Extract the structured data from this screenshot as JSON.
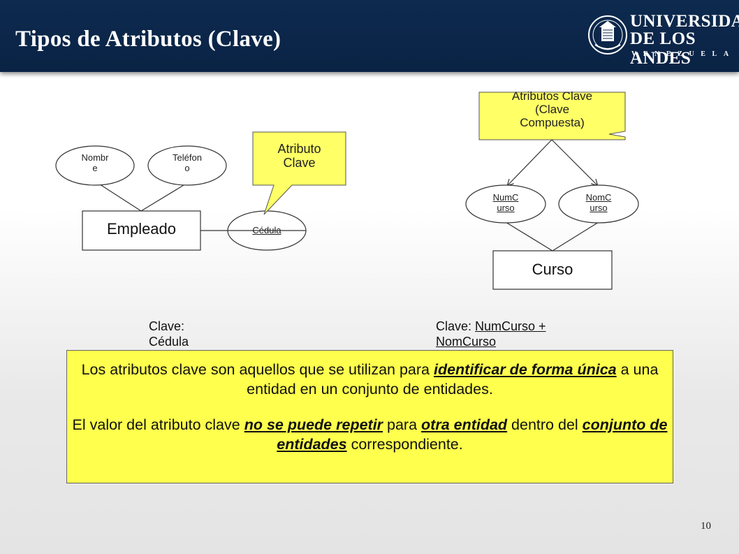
{
  "slide": {
    "title": "Tipos de Atributos (Clave)",
    "page_number": "10"
  },
  "logo": {
    "line1": "UNIVERSIDAD",
    "line2": "DE LOS ANDES",
    "line3": "VENEZUELA"
  },
  "left_diagram": {
    "entity": "Empleado",
    "attributes": [
      {
        "line1": "Nombr",
        "line2": "e"
      },
      {
        "line1": "Teléfon",
        "line2": "o"
      }
    ],
    "key_attribute": "Cédula",
    "callout": {
      "line1": "Atributo",
      "line2": "Clave"
    },
    "key_label": "Clave:",
    "key_value": "Cédula"
  },
  "right_diagram": {
    "entity": "Curso",
    "key_attributes": [
      {
        "line1": "NumC",
        "line2": "urso"
      },
      {
        "line1": "NomC",
        "line2": "urso"
      }
    ],
    "callout": {
      "line1": "Atributos Clave",
      "line2": "(Clave",
      "line3": "Compuesta)"
    },
    "key_label": "Clave: ",
    "key_value_1": "NumCurso +",
    "key_value_2": "NomCurso"
  },
  "note": {
    "p1_a": "Los atributos clave son aquellos que se utilizan para ",
    "p1_b": "identificar de forma única",
    "p1_c": " a una entidad en un conjunto de entidades.",
    "p2_a": "El valor del atributo clave ",
    "p2_b": "no se puede repetir",
    "p2_c": " para ",
    "p2_d": "otra entidad",
    "p2_e": " dentro del ",
    "p2_f": "conjunto de entidades",
    "p2_g": " correspondiente."
  },
  "colors": {
    "header": "#0d2a4f",
    "note_background": "#ffff4d",
    "callout_background": "#ffff66"
  }
}
